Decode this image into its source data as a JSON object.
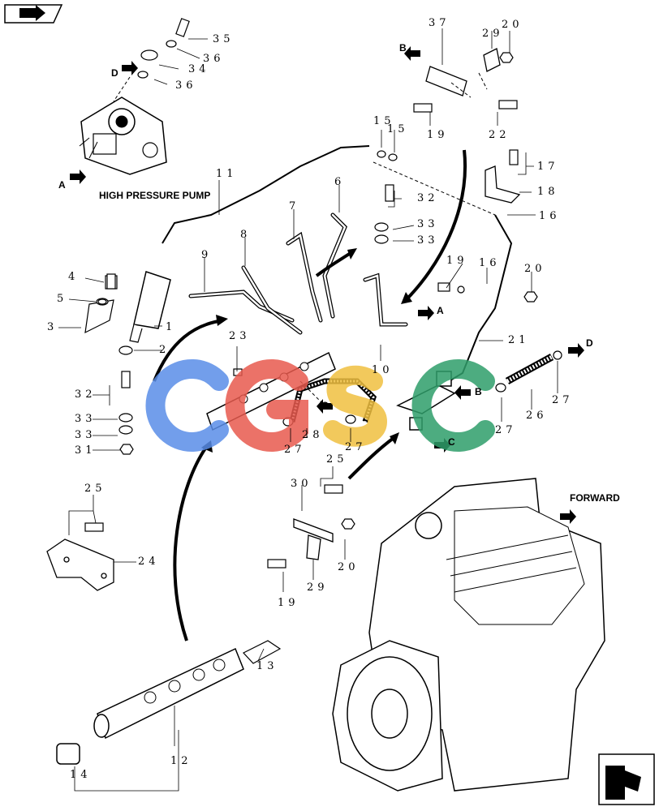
{
  "labels": {
    "high_pressure_pump": "HIGH PRESSURE PUMP",
    "forward": "FORWARD"
  },
  "callouts": [
    "1",
    "2",
    "3",
    "4",
    "5",
    "6",
    "7",
    "8",
    "9",
    "10",
    "11",
    "12",
    "13",
    "14",
    "15",
    "16",
    "17",
    "18",
    "19",
    "20",
    "21",
    "22",
    "23",
    "24",
    "25",
    "26",
    "27",
    "28",
    "29",
    "30",
    "31",
    "32",
    "33",
    "34",
    "35",
    "36",
    "37"
  ],
  "ref_letters": [
    "A",
    "B",
    "C",
    "D"
  ],
  "watermark": {
    "text": "CGSC",
    "colors": [
      "#5a8ee8",
      "#e85a4e",
      "#f0c040",
      "#2f9e6a"
    ]
  }
}
